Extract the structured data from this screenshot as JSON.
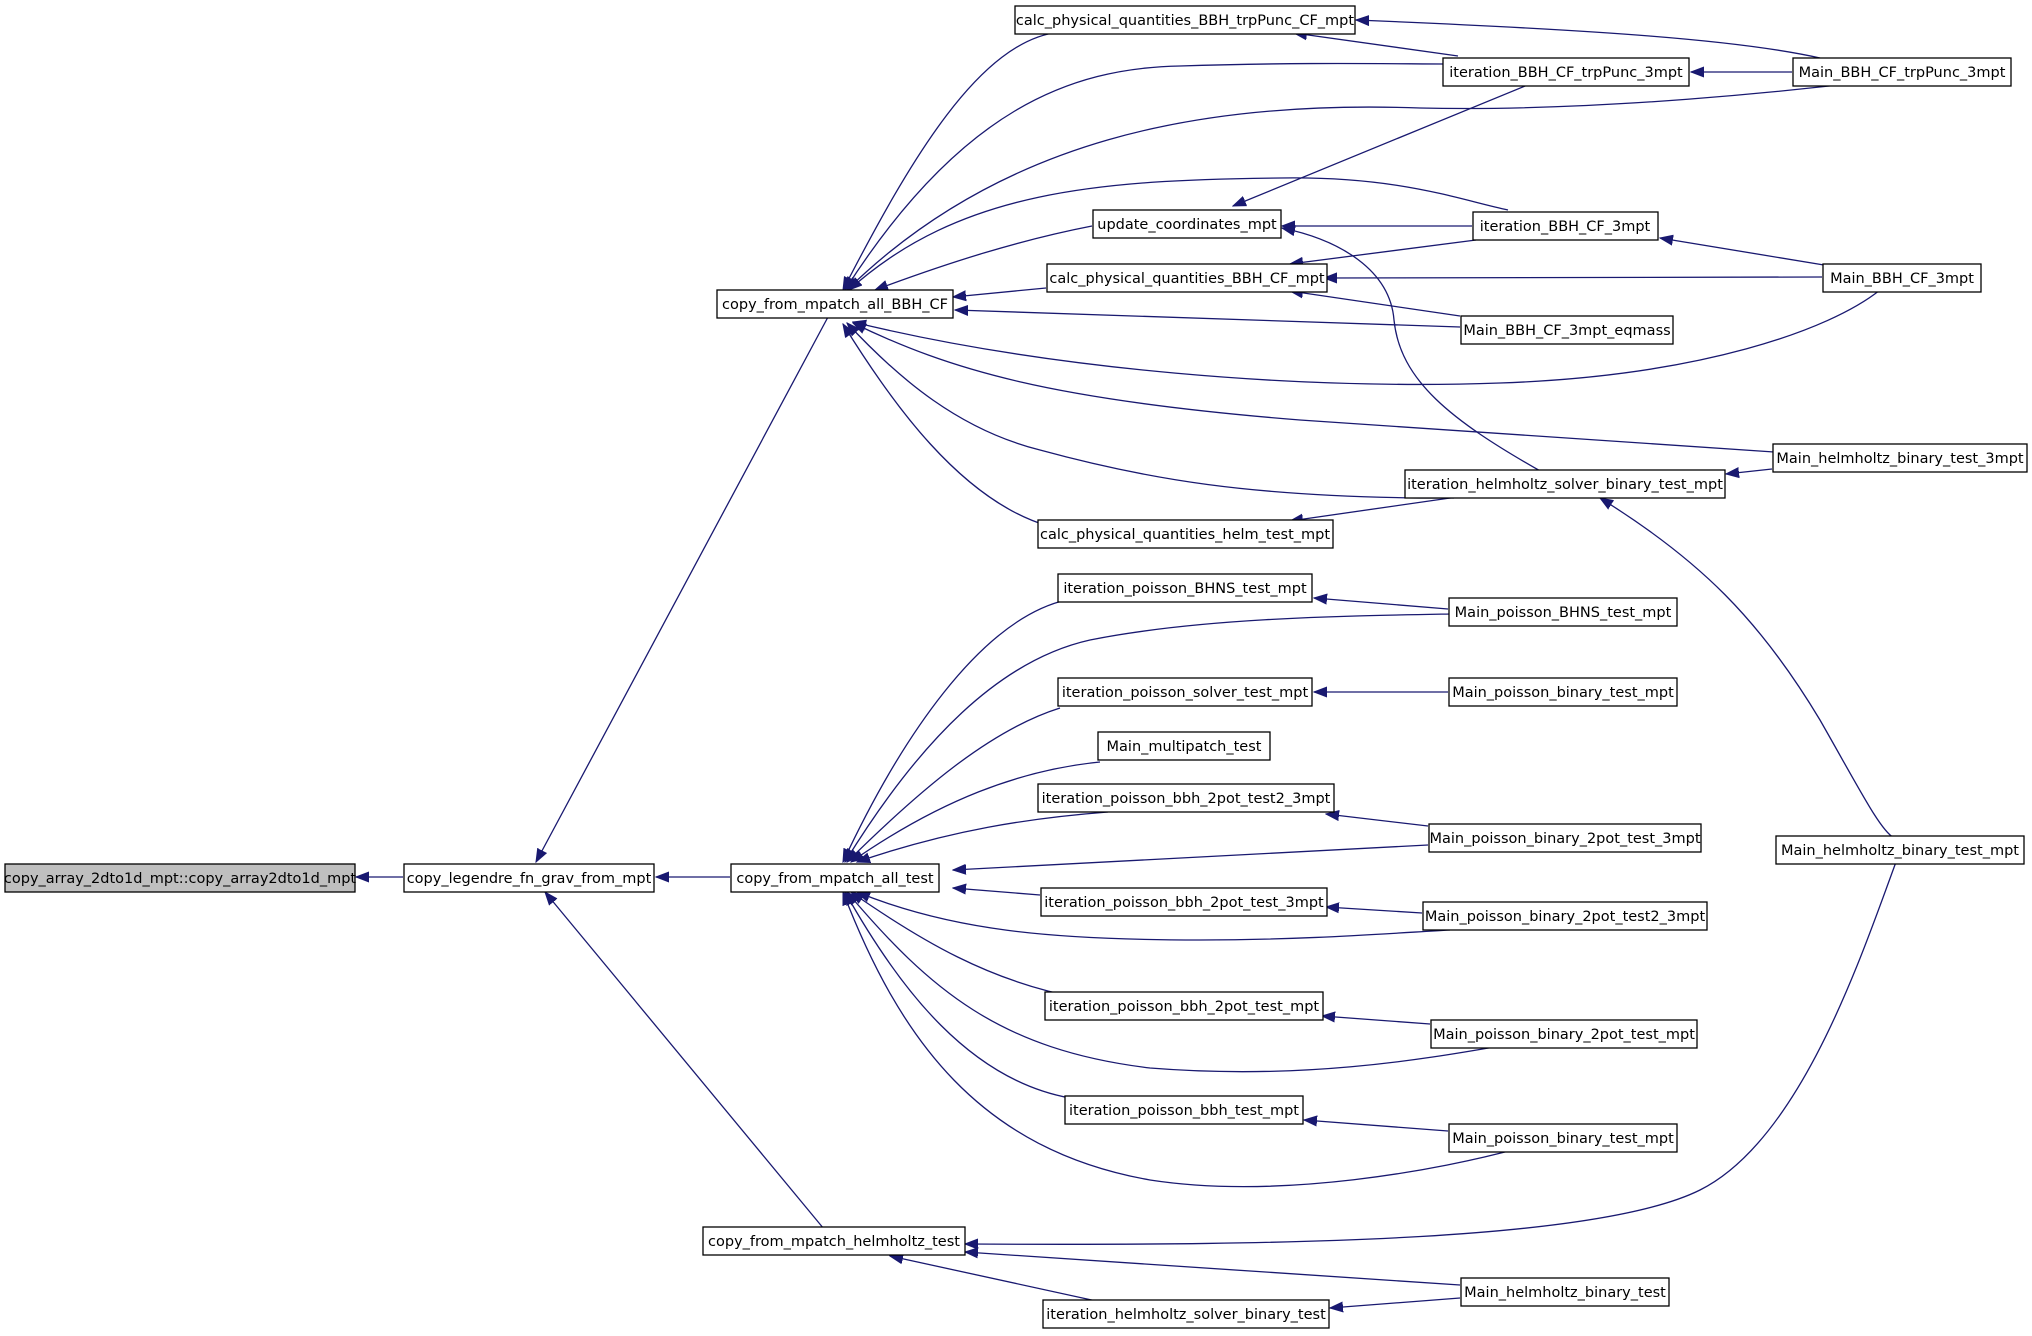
{
  "nodes": {
    "root": "copy_array_2dto1d_mpt::copy_array2dto1d_mpt",
    "legendre": "copy_legendre_fn_grav_from_mpt",
    "bbhcf": "copy_from_mpatch_all_BBH_CF",
    "alltest": "copy_from_mpatch_all_test",
    "helmtest": "copy_from_mpatch_helmholtz_test",
    "calc_trp": "calc_physical_quantities_BBH_trpPunc_CF_mpt",
    "update": "update_coordinates_mpt",
    "calc_cf": "calc_physical_quantities_BBH_CF_mpt",
    "calc_helm": "calc_physical_quantities_helm_test_mpt",
    "it_trp": "iteration_BBH_CF_trpPunc_3mpt",
    "it_cf3": "iteration_BBH_CF_3mpt",
    "main_eqmass": "Main_BBH_CF_3mpt_eqmass",
    "it_helm_mpt": "iteration_helmholtz_solver_binary_test_mpt",
    "main_trp": "Main_BBH_CF_trpPunc_3mpt",
    "main_cf3": "Main_BBH_CF_3mpt",
    "main_helm3": "Main_helmholtz_binary_test_3mpt",
    "main_helm_mpt": "Main_helmholtz_binary_test_mpt",
    "it_bhns": "iteration_poisson_BHNS_test_mpt",
    "it_psolver": "iteration_poisson_solver_test_mpt",
    "main_multi": "Main_multipatch_test",
    "it_2pot2": "iteration_poisson_bbh_2pot_test2_3mpt",
    "it_2pot3": "iteration_poisson_bbh_2pot_test_3mpt",
    "it_2pot": "iteration_poisson_bbh_2pot_test_mpt",
    "it_bbh": "iteration_poisson_bbh_test_mpt",
    "main_bhns": "Main_poisson_BHNS_test_mpt",
    "main_pbin1": "Main_poisson_binary_test_mpt",
    "main_2pot3": "Main_poisson_binary_2pot_test_3mpt",
    "main_2pot2": "Main_poisson_binary_2pot_test2_3mpt",
    "main_2pot": "Main_poisson_binary_2pot_test_mpt",
    "main_pbin2": "Main_poisson_binary_test_mpt",
    "it_helm": "iteration_helmholtz_solver_binary_test",
    "main_helm": "Main_helmholtz_binary_test"
  },
  "colors": {
    "edge": "#191970",
    "root_fill": "#bfbfbf",
    "node_fill": "#ffffff"
  }
}
